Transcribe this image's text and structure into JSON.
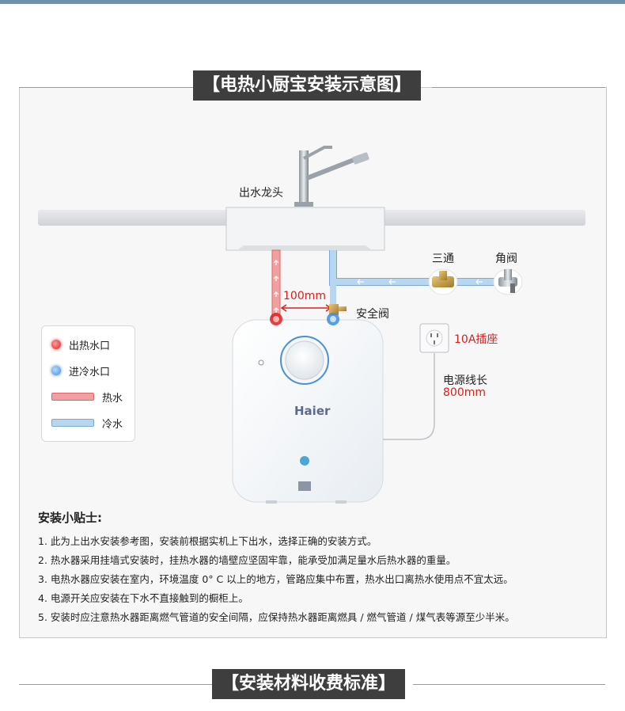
{
  "title": "【电热小厨宝安装示意图】",
  "bottom_title": "【安装材料收费标准】",
  "labels": {
    "faucet": "出水龙头",
    "tee": "三通",
    "angle_valve": "角阀",
    "distance": "100mm",
    "safety_valve": "安全阀",
    "socket": "10A插座",
    "cord_label": "电源线长",
    "cord_length": "800mm",
    "brand": "Haier"
  },
  "legend": {
    "hot_outlet": "出热水口",
    "cold_inlet": "进冷水口",
    "hot_water": "热水",
    "cold_water": "冷水"
  },
  "colors": {
    "hot": "#e21f1f",
    "cold": "#3d8de0",
    "title_bg": "#3e3e3e"
  },
  "tips": {
    "heading": "安装小贴士:",
    "items": [
      "1. 此为上出水安装参考图，安装前根据实机上下出水，选择正确的安装方式。",
      "2. 热水器采用挂墙式安装时，挂热水器的墙壁应坚固牢靠，能承受加满足量水后热水器的重量。",
      "3. 电热水器应安装在室内，环境温度 0° C 以上的地方，管路应集中布置，热水出口离热水使用点不宜太远。",
      "4. 电源开关应安装在下水不直接触到的橱柜上。",
      "5. 安装时应注意热水器距离燃气管道的安全间隔，应保持热水器距离燃具 / 燃气管道 / 煤气表等源至少半米。"
    ]
  }
}
